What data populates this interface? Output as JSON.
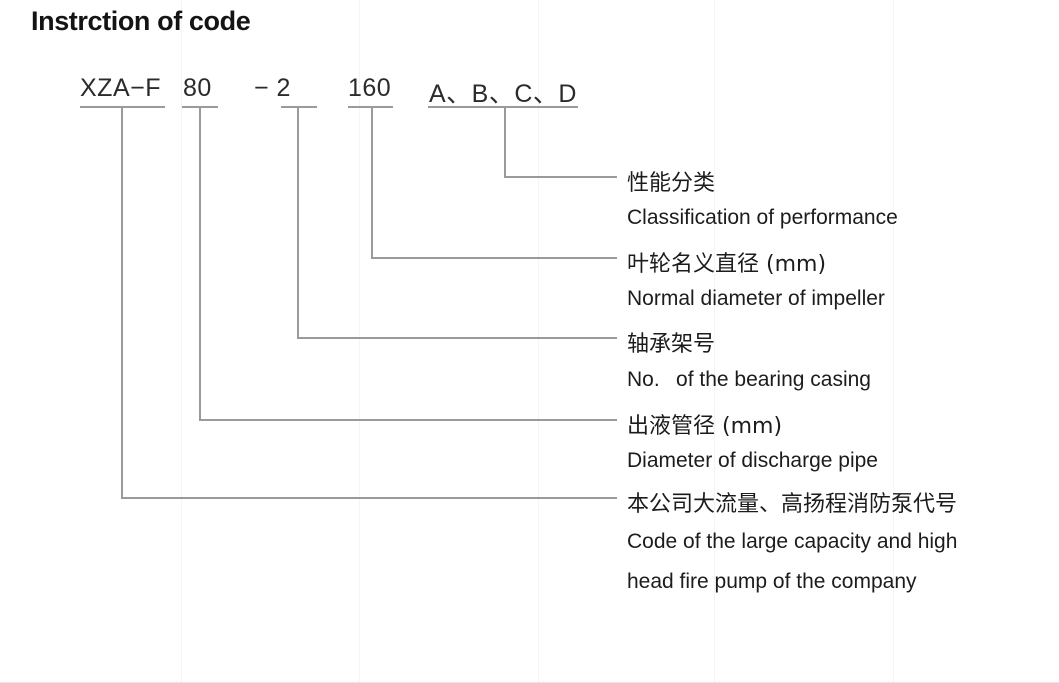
{
  "title": "Instrction of code",
  "code": {
    "segments": [
      {
        "text": "XZA−F"
      },
      {
        "text": "80"
      },
      {
        "text": "− 2"
      },
      {
        "text": "160"
      },
      {
        "text": "A、B、C、D"
      }
    ]
  },
  "entries": [
    {
      "cn": "性能分类",
      "en": "Classification of performance"
    },
    {
      "cn": "叶轮名义直径 (mm)",
      "en": "Normal diameter of impeller"
    },
    {
      "cn": "轴承架号",
      "en": "No.  of the bearing casing"
    },
    {
      "cn": "出液管径 (mm)",
      "en": "Diameter of discharge pipe"
    },
    {
      "cn": "本公司大流量、高扬程消防泵代号",
      "en": "Code of the large capacity and high",
      "en2": "head fire pump of the company"
    }
  ],
  "colors": {
    "ink": "#1c1c1c",
    "title_ink": "#141414",
    "rule": "#9a9a9a",
    "background": "#ffffff"
  }
}
